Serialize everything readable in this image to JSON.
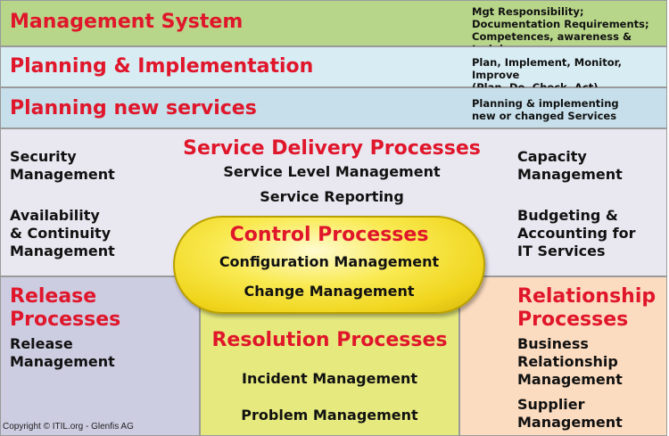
{
  "bands": {
    "management": {
      "title": "Management System",
      "note": [
        "Mgt Responsibility;",
        "Documentation Requirements;",
        "Competences, awareness & training"
      ],
      "color": "#b8d68a"
    },
    "planning": {
      "title": "Planning & Implementation",
      "note": [
        "Plan, Implement, Monitor,  Improve",
        "(Plan, Do, Check, Act)"
      ],
      "color": "#d8ecf4"
    },
    "new_services": {
      "title": "Planning new services",
      "note": [
        "Planning & implementing",
        "new or changed Services"
      ],
      "color": "#c6dfea"
    }
  },
  "service_delivery": {
    "heading": "Service Delivery Processes",
    "items": [
      "Service Level Management",
      "Service Reporting"
    ],
    "left_items": [
      [
        "Security",
        "Management"
      ],
      [
        "Availability",
        "& Continuity",
        "Management"
      ]
    ],
    "right_items": [
      [
        "Capacity",
        "Management"
      ],
      [
        "Budgeting &",
        "Accounting for",
        "IT Services"
      ]
    ],
    "color": "#e9e8f1"
  },
  "control": {
    "heading": "Control Processes",
    "items": [
      "Configuration Management",
      "Change Management"
    ],
    "color": "#f7e43a"
  },
  "release": {
    "heading": [
      "Release",
      "Processes"
    ],
    "items": [
      "Release",
      "Management"
    ],
    "color": "#cdcde2"
  },
  "resolution": {
    "heading": "Resolution Processes",
    "items": [
      "Incident Management",
      "Problem Management"
    ],
    "color": "#e6ea7e"
  },
  "relationship": {
    "heading": [
      "Relationship",
      "Processes"
    ],
    "items": [
      "Business",
      "Relationship",
      "Management",
      "Supplier",
      "Management"
    ],
    "color": "#fcdcc0"
  },
  "copyright": "Copyright © ITIL.org - Glenfis AG"
}
